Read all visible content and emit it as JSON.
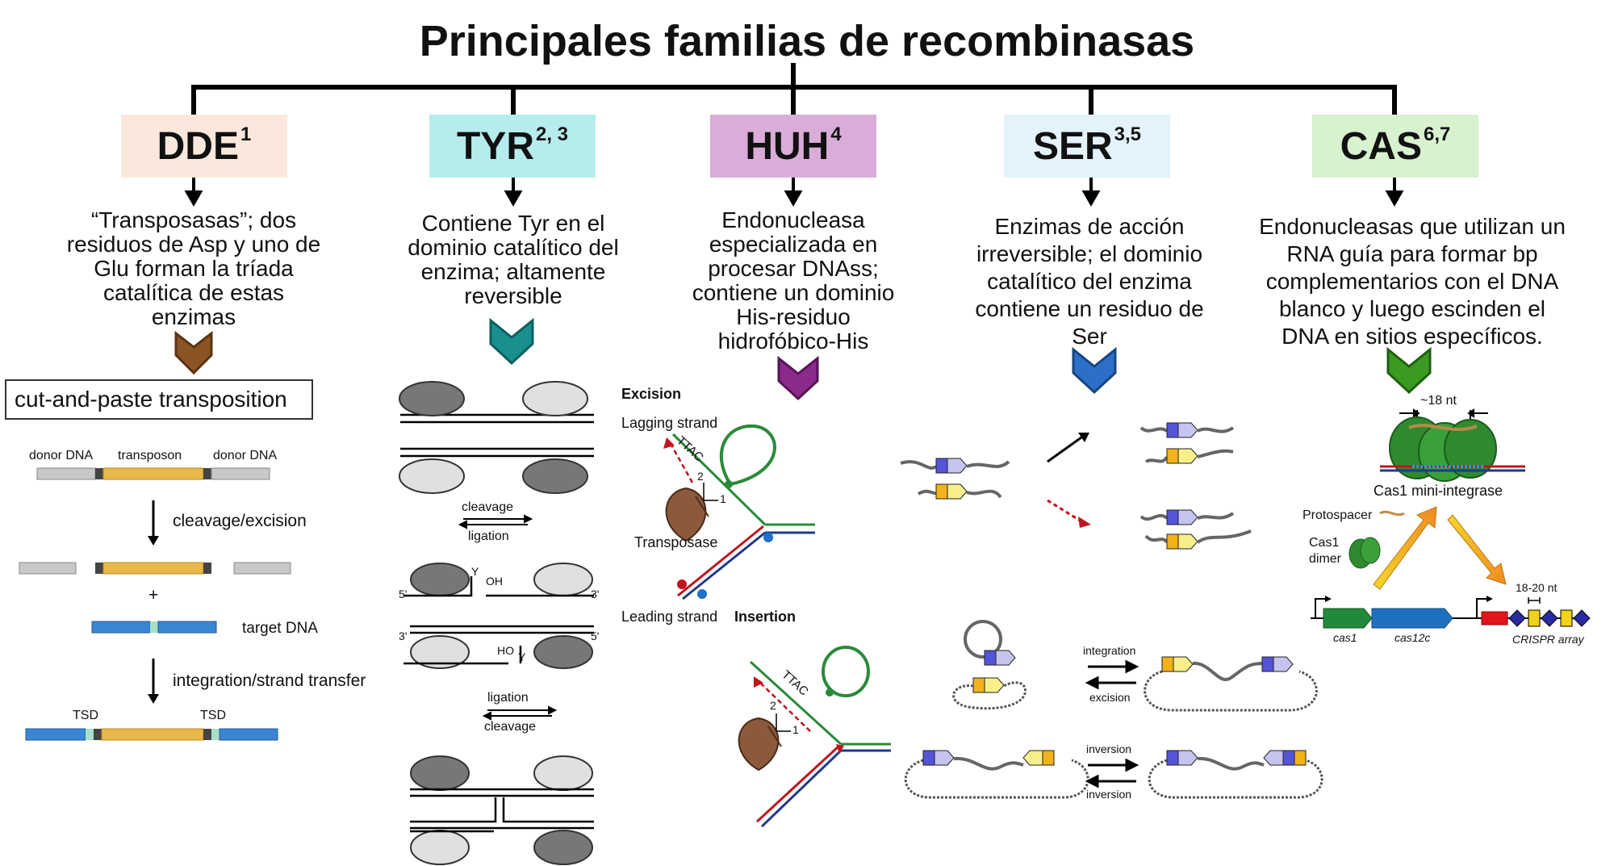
{
  "title": "Principales familias de recombinasas",
  "families": [
    {
      "name": "DDE",
      "sup": "1",
      "color": "#fbe7dc",
      "desc": "“Transposasas”; dos residuos de Asp y uno de Glu forman la tríada catalítica de estas enzimas",
      "chevron": "#7b4a20"
    },
    {
      "name": "TYR",
      "sup": "2, 3",
      "color": "#b6ecec",
      "desc": "Contiene Tyr en el dominio catalítico del enzima; altamente reversible",
      "chevron": "#1d8c8c"
    },
    {
      "name": "HUH",
      "sup": "4",
      "color": "#d9add8",
      "desc": "Endonucleasa especializada en procesar DNAss; contiene un dominio His-residuo hidrofóbico-His",
      "chevron": "#8e2a8e"
    },
    {
      "name": "SER",
      "sup": "3,5",
      "color": "#e4f2fb",
      "desc": "Enzimas de acción irreversible; el dominio catalítico del enzima contiene un residuo de Ser",
      "chevron": "#2d6cc0"
    },
    {
      "name": "CAS",
      "sup": "6,7",
      "color": "#d8f1cf",
      "desc": "Endonucleasas que utilizan un RNA guía para formar bp complementarios con el DNA blanco y luego escinden el DNA en sitios específicos.",
      "chevron": "#3a8a22"
    }
  ],
  "dde_panel": {
    "box_title": "cut-and-paste transposition",
    "donor_dna_left": "donor DNA",
    "transposon": "transposon",
    "donor_dna_right": "donor DNA",
    "step1": "cleavage/excision",
    "plus": "+",
    "target": "target DNA",
    "step2": "integration/strand transfer",
    "tsd_left": "TSD",
    "tsd_right": "TSD"
  },
  "tyr_panel": {
    "cleavage1": "cleavage",
    "ligation1": "ligation",
    "oh": "OH",
    "ho": "HO",
    "y1": "Y",
    "y2": "Y",
    "five_left": "5'",
    "three_right": "3'",
    "three_left": "3'",
    "five_right": "5'",
    "ligation2": "ligation",
    "cleavage2": "cleavage"
  },
  "huh_panel": {
    "excision": "Excision",
    "lagging": "Lagging strand",
    "ttac1": "TTAC",
    "n2a": "2",
    "n1a": "1",
    "transposase": "Transposase",
    "leading": "Leading strand",
    "insertion": "Insertion",
    "ttac2": "TTAC",
    "n2b": "2",
    "n1b": "1"
  },
  "ser_panel": {
    "integration": "integration",
    "excision": "excision",
    "inversion_top": "inversion",
    "inversion_bottom": "inversion"
  },
  "cas_panel": {
    "nt18": "~18 nt",
    "mini": "Cas1 mini-integrase",
    "protospacer": "Protospacer",
    "cas1_dimer_a": "Cas1",
    "cas1_dimer_b": "dimer",
    "nt1820": "18-20 nt",
    "cas1": "cas1",
    "cas12c": "cas12c",
    "crispr": "CRISPR array"
  }
}
